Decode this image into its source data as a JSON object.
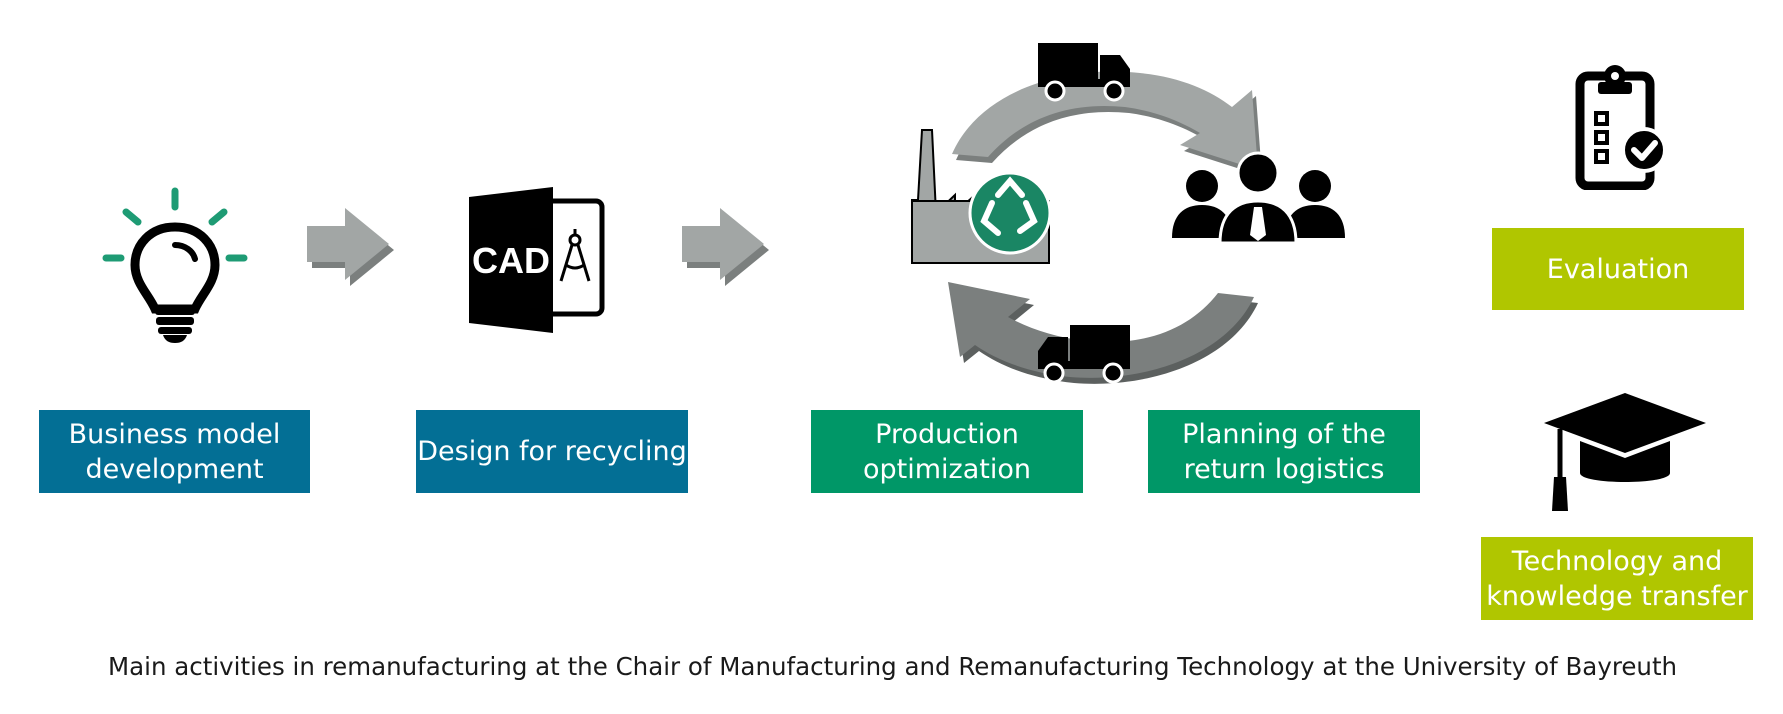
{
  "colors": {
    "blue": "#036f95",
    "green": "#009767",
    "lime": "#b0c600",
    "arrow_gray": "#a2a6a5",
    "arrow_dark": "#7b7f7e",
    "bulb_rays": "#1e9b74",
    "recycle_green": "#1a8664"
  },
  "icons": {
    "idea": "lightbulb-icon",
    "design": "cad-icon",
    "factory": "factory-recycling-icon",
    "team": "people-group-icon",
    "evaluation": "clipboard-checklist-icon",
    "education": "graduation-cap-icon",
    "truck": "truck-icon"
  },
  "boxes": {
    "business": {
      "line1": "Business model",
      "line2": "development"
    },
    "design": {
      "label": "Design for recycling"
    },
    "production": {
      "line1": "Production",
      "line2": "optimization"
    },
    "logistics": {
      "line1": "Planning of the",
      "line2": "return logistics"
    },
    "evaluation": {
      "label": "Evaluation"
    },
    "transfer": {
      "line1": "Technology and",
      "line2": "knowledge transfer"
    }
  },
  "cad_label": "CAD",
  "caption": "Main activities in remanufacturing at the Chair of Manufacturing and Remanufacturing Technology at the University of Bayreuth"
}
